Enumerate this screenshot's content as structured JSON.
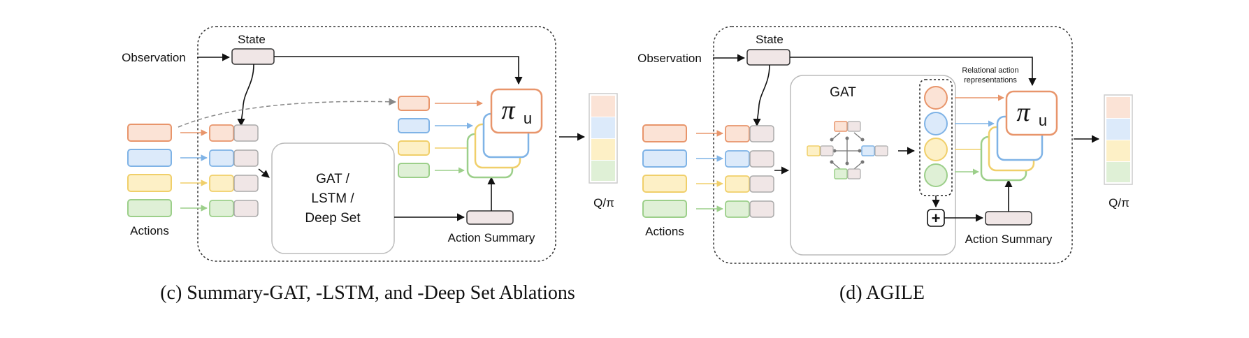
{
  "colors": {
    "orange": "#e8956b",
    "orange_fill": "#fbe3d6",
    "blue": "#7fb3e6",
    "blue_fill": "#dceafa",
    "yellow": "#f0cf6a",
    "yellow_fill": "#fdf0c6",
    "green": "#9ccf8a",
    "green_fill": "#dff0d6",
    "neutral_fill": "#f0e6e6",
    "neutral_stroke": "#9a9a9a"
  },
  "panel_c": {
    "state_label": "State",
    "observation_label": "Observation",
    "actions_label": "Actions",
    "encoder_label_line1": "GAT /",
    "encoder_label_line2": "LSTM /",
    "encoder_label_line3": "Deep Set",
    "action_summary_label": "Action Summary",
    "policy_symbol": "π",
    "policy_subscript": "u",
    "output_label": "Q/π",
    "caption": "(c) Summary-GAT, -LSTM, and -Deep Set Ablations"
  },
  "panel_d": {
    "state_label": "State",
    "observation_label": "Observation",
    "actions_label": "Actions",
    "gat_label": "GAT",
    "relational_label_line1": "Relational action",
    "relational_label_line2": "representations",
    "plus_symbol": "+",
    "action_summary_label": "Action Summary",
    "policy_symbol": "π",
    "policy_subscript": "u",
    "output_label": "Q/π",
    "caption": "(d) AGILE"
  }
}
